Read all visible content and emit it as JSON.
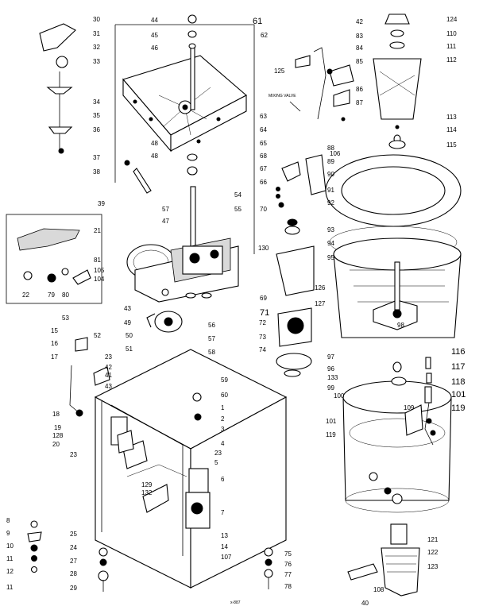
{
  "annotation": "MIXING VALVE",
  "footer_code": "x-887",
  "labels_small": [
    "30",
    "31",
    "32",
    "33",
    "34",
    "35",
    "36",
    "37",
    "38",
    "39",
    "44",
    "45",
    "46",
    "61",
    "62",
    "42",
    "83",
    "84",
    "85",
    "86",
    "87",
    "124",
    "110",
    "111",
    "112",
    "125",
    "63",
    "64",
    "65",
    "66",
    "88",
    "89",
    "90",
    "91",
    "92",
    "93",
    "94",
    "95",
    "106",
    "113",
    "114",
    "115",
    "48",
    "48",
    "54",
    "55",
    "57",
    "67",
    "68",
    "69",
    "70",
    "47",
    "21",
    "81",
    "105",
    "104",
    "22",
    "79",
    "80",
    "130",
    "126",
    "127",
    "71",
    "72",
    "73",
    "74",
    "98",
    "43",
    "49",
    "50",
    "51",
    "52",
    "53",
    "56",
    "57",
    "58",
    "97",
    "96",
    "133",
    "99",
    "15",
    "16",
    "17",
    "23",
    "41",
    "42",
    "43",
    "59",
    "60",
    "1",
    "2",
    "3",
    "4",
    "23",
    "5",
    "6",
    "7",
    "13",
    "14",
    "107",
    "75",
    "76",
    "77",
    "78",
    "18",
    "19",
    "128",
    "20",
    "23",
    "129",
    "132",
    "8",
    "9",
    "10",
    "11",
    "12",
    "11",
    "25",
    "24",
    "27",
    "28",
    "29",
    "100",
    "101",
    "119",
    "109",
    "121",
    "122",
    "123",
    "108",
    "40"
  ],
  "labels_big": [
    "61",
    "71",
    "116",
    "117",
    "118",
    "101",
    "119"
  ]
}
